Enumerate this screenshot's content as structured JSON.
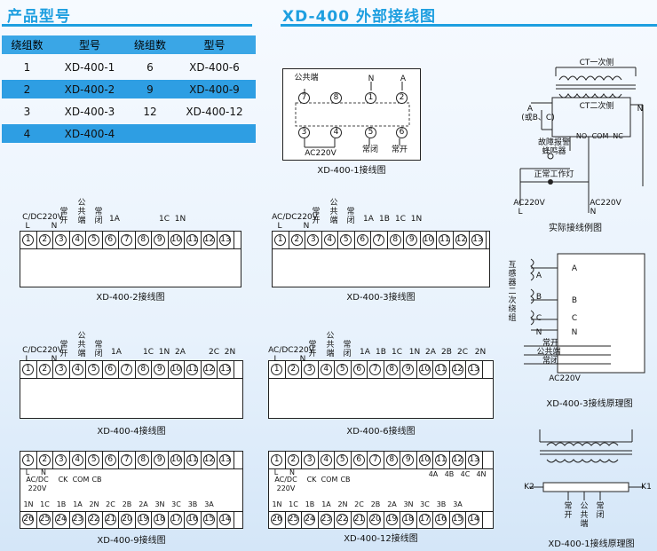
{
  "titles": {
    "left": "产品型号",
    "right": "XD-400 外部接线图"
  },
  "table": {
    "headers": [
      "绕组数",
      "型号",
      "绕组数",
      "型号"
    ],
    "rows": [
      [
        "1",
        "XD-400-1",
        "6",
        "XD-400-6"
      ],
      [
        "2",
        "XD-400-2",
        "9",
        "XD-400-9"
      ],
      [
        "3",
        "XD-400-3",
        "12",
        "XD-400-12"
      ],
      [
        "4",
        "XD-400-4",
        "",
        ""
      ]
    ]
  },
  "captions": {
    "d1": "XD-400-1接线图",
    "d2": "XD-400-2接线图",
    "d3": "XD-400-3接线图",
    "d4": "XD-400-4接线图",
    "d6": "XD-400-6接线图",
    "d9": "XD-400-9接线图",
    "d12": "XD-400-12接线图",
    "example": "实际接线例图",
    "p3": "XD-400-3接线原理图",
    "p1": "XD-400-1接线原理图"
  },
  "d1": {
    "com": "公共端",
    "n": "N",
    "a": "A",
    "ac": "AC220V",
    "nc": "常闭",
    "no": "常开",
    "pins": [
      "7",
      "8",
      "1",
      "2",
      "3",
      "4",
      "5",
      "6"
    ]
  },
  "labels": {
    "dc_left": "C/DC220V",
    "ac_left": "AC/DC220V",
    "l": "L",
    "n": "N",
    "changkai": "常开",
    "gonggongduan": "公共端",
    "changbi": "常闭",
    "acdc220": "AC/DC 220V",
    "ck": "CK",
    "com": "COM",
    "cb": "CB"
  },
  "d2_terms": [
    "1A",
    "1C",
    "1N"
  ],
  "d3_terms": [
    "1A",
    "1B",
    "1C",
    "1N"
  ],
  "d4_terms": [
    "1A",
    "1C",
    "1N",
    "2A",
    "2C",
    "2N"
  ],
  "d6_terms": [
    "1A",
    "1B",
    "1C",
    "1N",
    "2A",
    "2B",
    "2C",
    "2N"
  ],
  "d9_bottom": [
    "1N",
    "1C",
    "1B",
    "1A",
    "2N",
    "2C",
    "2B",
    "2A",
    "3N",
    "3C",
    "3B",
    "3A"
  ],
  "d12_top": [
    "4A",
    "4B",
    "4C",
    "4N"
  ],
  "d12_bottom": [
    "1N",
    "1C",
    "1B",
    "1A",
    "2N",
    "2C",
    "2B",
    "2A",
    "3N",
    "3C",
    "3B",
    "3A"
  ],
  "example": {
    "ct": "CT一次侧",
    "ct2": "CT二次侧",
    "a": "A",
    "abc": "(或B、C)",
    "n": "N",
    "no": "NO",
    "com": "COM",
    "nc": "NC",
    "alarm": "故障报警",
    "buzzer": "蜂鸣器",
    "lamp": "正常工作灯",
    "acl": "AC220V",
    "l": "L",
    "acn": "AC220V",
    "nn": "N"
  },
  "p3": {
    "side": "互感器二次绕组",
    "a": "A",
    "b": "B",
    "c": "C",
    "n": "N",
    "no": "常开",
    "com": "公共端",
    "nc": "常闭",
    "ac": "AC220V"
  },
  "p1": {
    "k2": "K2",
    "k1": "K1",
    "no": "常开",
    "com": "公共端",
    "nc": "常闭"
  }
}
